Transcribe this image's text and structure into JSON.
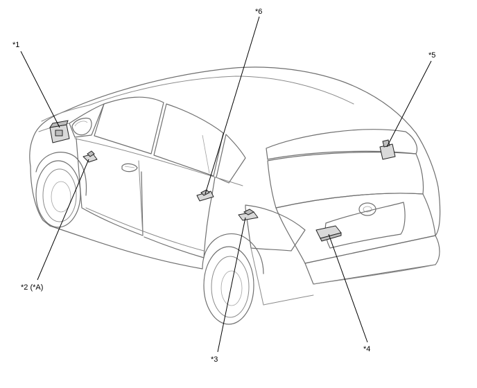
{
  "callouts": {
    "c1": "*1",
    "c2": "*2 (*A)",
    "c3": "*3",
    "c4": "*4",
    "c5": "*5",
    "c6": "*6"
  }
}
